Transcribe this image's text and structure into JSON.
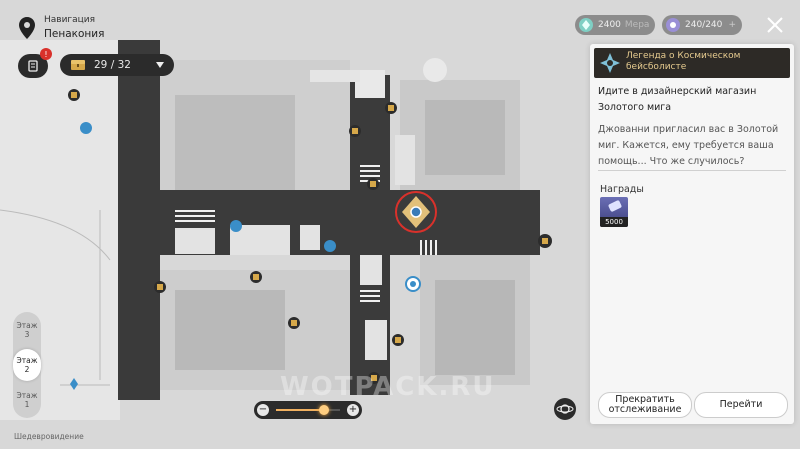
{
  "navigation": {
    "title": "Навигация",
    "location": "Пенакония"
  },
  "chest_counter": {
    "value": "29 / 32"
  },
  "notification_badge": "!",
  "currency": {
    "stellar_value": "2400",
    "stellar_label": "Мера",
    "power_value": "240/240",
    "add_label": "+"
  },
  "quest": {
    "name": "Легенда о Космическом бейсболисте",
    "objective": "Идите в дизайнерский магазин Золотого мига",
    "description": "Джованни пригласил вас в Золотой миг. Кажется, ему требуется ваша помощь... Что же случилось?",
    "rewards_title": "Награды",
    "reward_amount": "5000"
  },
  "buttons": {
    "stop_tracking": "Прекратить отслеживание",
    "go": "Перейти"
  },
  "floors": [
    {
      "label": "Этаж",
      "number": "3",
      "active": false
    },
    {
      "label": "Этаж",
      "number": "2",
      "active": true
    },
    {
      "label": "Этаж",
      "number": "1",
      "active": false
    }
  ],
  "zoom": {
    "minus": "−",
    "plus": "+",
    "level": 0.75
  },
  "watermark": "WOTPACK.RU",
  "bottom_text": "Шедевровидение",
  "colors": {
    "accent_gold": "#e6cb8f",
    "target_red": "#d9312b",
    "dark_pill": "#2b2b2b"
  }
}
